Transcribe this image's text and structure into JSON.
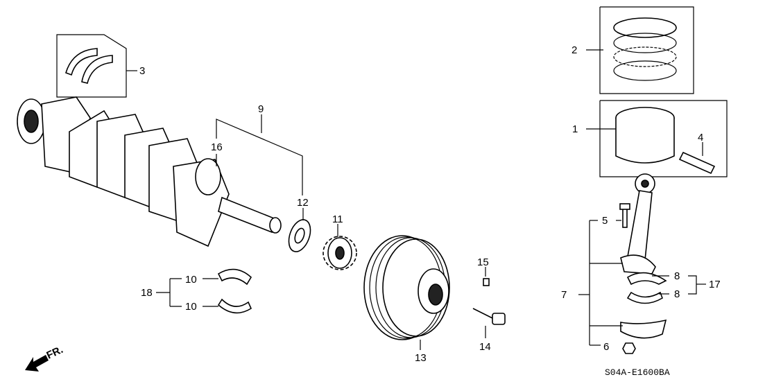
{
  "diagram": {
    "code": "S04A-E1600BA",
    "front_label": "FR.",
    "callouts": {
      "c1": "1",
      "c2": "2",
      "c3": "3",
      "c4": "4",
      "c5": "5",
      "c6": "6",
      "c7": "7",
      "c8a": "8",
      "c8b": "8",
      "c9": "9",
      "c10a": "10",
      "c10b": "10",
      "c11": "11",
      "c12": "12",
      "c13": "13",
      "c14": "14",
      "c15": "15",
      "c16": "16",
      "c17": "17",
      "c18": "18"
    }
  }
}
